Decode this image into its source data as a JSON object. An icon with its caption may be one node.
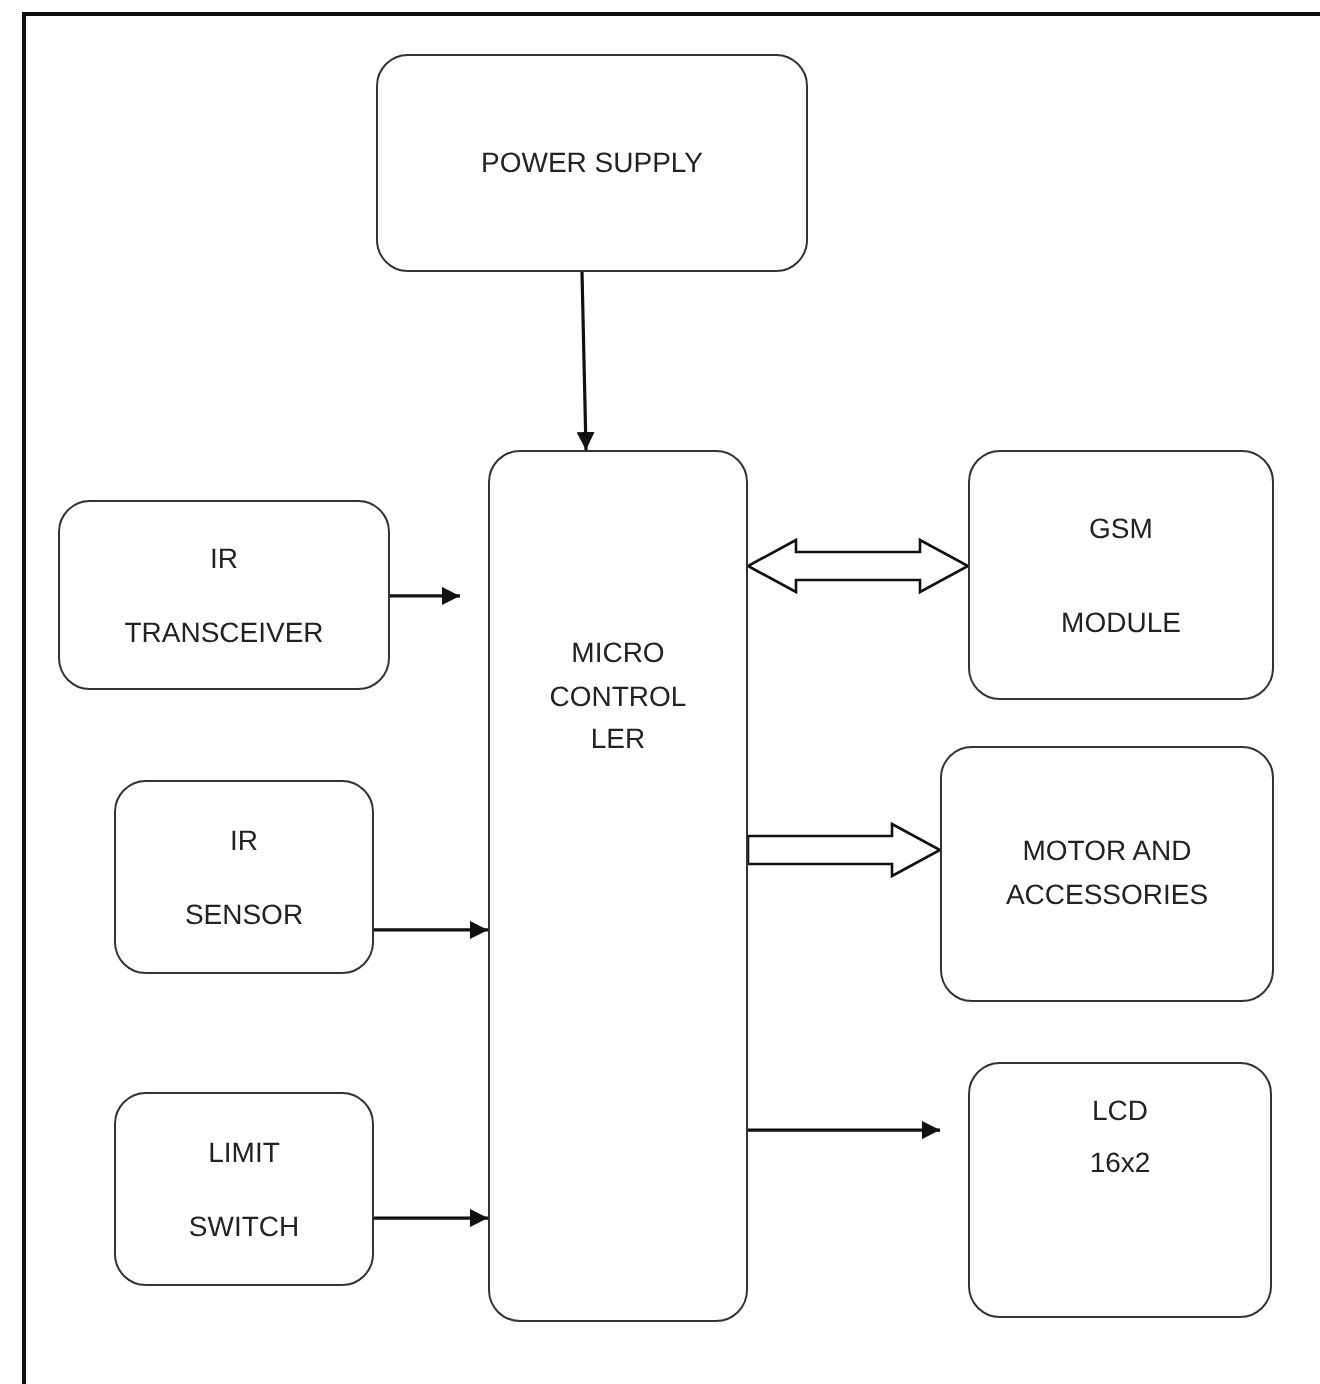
{
  "diagram": {
    "nodes": [
      {
        "text": [
          "POWER SUPPLY"
        ]
      },
      {
        "text": [
          "IR",
          "TRANSCEIVER"
        ]
      },
      {
        "text": [
          "MICRO CONTROL LER"
        ]
      },
      {
        "text": [
          "GSM",
          "MODULE"
        ]
      },
      {
        "text": [
          "IR",
          "SENSOR"
        ]
      },
      {
        "text": [
          "MOTOR AND ACCESSORIES"
        ]
      },
      {
        "text": [
          "LIMIT",
          "SWITCH"
        ]
      },
      {
        "text": [
          "LCD",
          "16x2"
        ]
      }
    ],
    "edges": [
      {
        "from": 0,
        "to": 2,
        "arrow": "to"
      },
      {
        "from": 1,
        "to": 2,
        "arrow": "to"
      },
      {
        "from": 2,
        "to": 3,
        "arrow": "both",
        "style": "thick"
      },
      {
        "from": 4,
        "to": 2,
        "arrow": "to"
      },
      {
        "from": 2,
        "to": 5,
        "arrow": "to",
        "style": "thick"
      },
      {
        "from": 6,
        "to": 2,
        "arrow": "to"
      },
      {
        "from": 2,
        "to": 7,
        "arrow": "to"
      }
    ]
  }
}
